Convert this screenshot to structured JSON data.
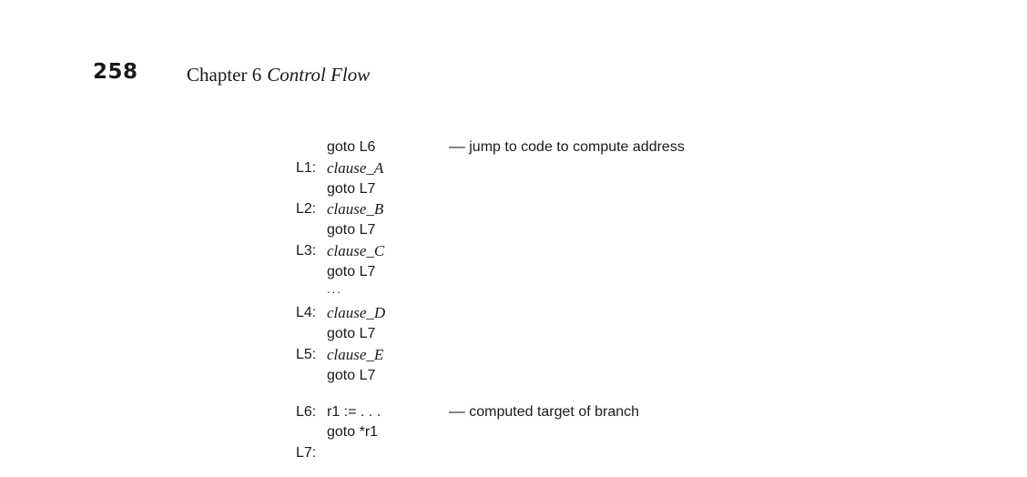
{
  "header": {
    "page_number": "258",
    "chapter_label": "Chapter 6",
    "chapter_title": "Control Flow"
  },
  "code": {
    "lines": [
      {
        "label": "",
        "stmt": "goto L6",
        "comment": "–– jump to code to compute address"
      },
      {
        "label": "L1:",
        "stmt": "clause_A",
        "comment": ""
      },
      {
        "label": "",
        "stmt": "goto L7",
        "comment": ""
      },
      {
        "label": "L2:",
        "stmt": "clause_B",
        "comment": ""
      },
      {
        "label": "",
        "stmt": "goto L7",
        "comment": ""
      },
      {
        "label": "L3:",
        "stmt": "clause_C",
        "comment": ""
      },
      {
        "label": "",
        "stmt": "goto L7",
        "comment": ""
      },
      {
        "label": "",
        "stmt": "...",
        "comment": ""
      },
      {
        "label": "L4:",
        "stmt": "clause_D",
        "comment": ""
      },
      {
        "label": "",
        "stmt": "goto L7",
        "comment": ""
      },
      {
        "label": "L5:",
        "stmt": "clause_E",
        "comment": ""
      },
      {
        "label": "",
        "stmt": "goto L7",
        "comment": ""
      },
      {
        "label": "L6:",
        "stmt": "r1 := . . .",
        "comment": "–– computed target of branch"
      },
      {
        "label": "",
        "stmt": "goto *r1",
        "comment": ""
      },
      {
        "label": "L7:",
        "stmt": "",
        "comment": ""
      }
    ]
  }
}
